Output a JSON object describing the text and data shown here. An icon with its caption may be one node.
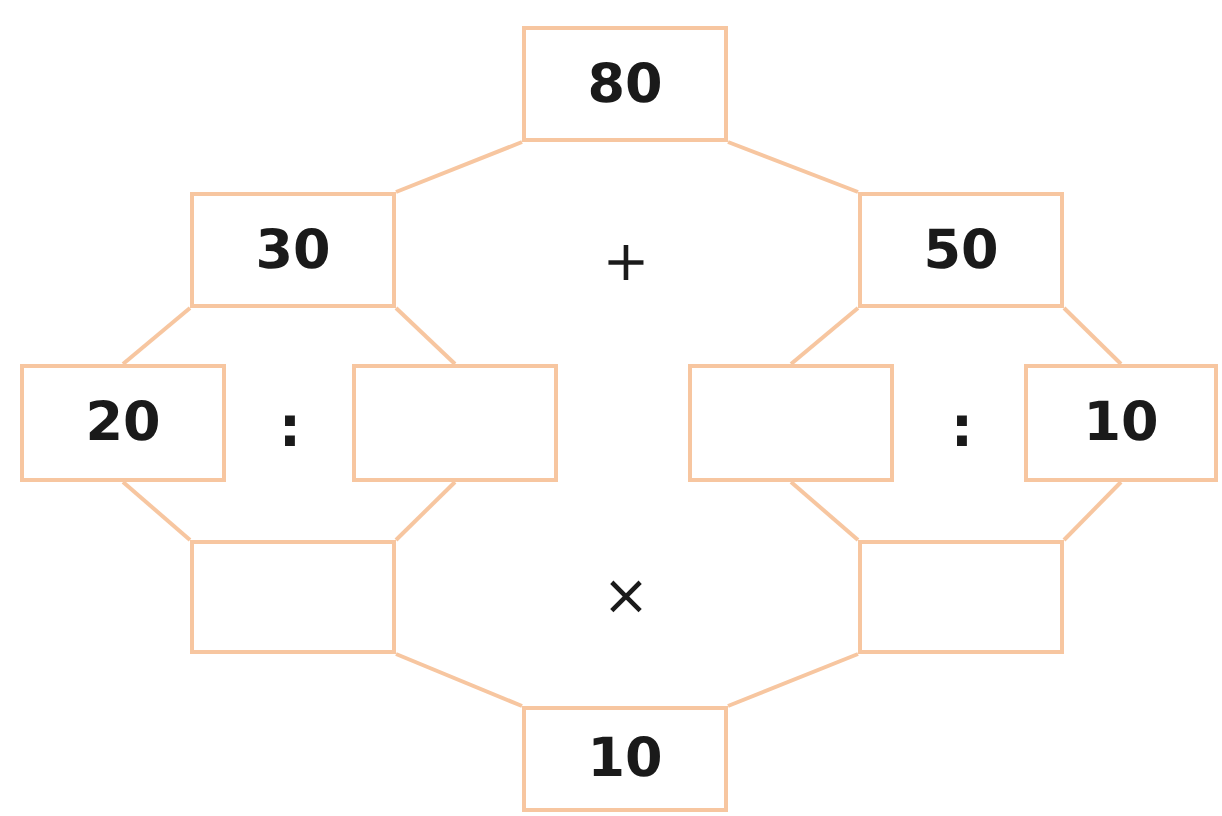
{
  "diagram": {
    "nodes": [
      {
        "text": [
          "80"
        ]
      },
      {
        "text": [
          "30"
        ]
      },
      {
        "text": [
          "50"
        ]
      },
      {
        "text": [
          "20"
        ]
      },
      {
        "text": [],
        "shape": "box"
      },
      {
        "text": [],
        "shape": "box"
      },
      {
        "text": [
          "10"
        ]
      },
      {
        "text": [],
        "shape": "box"
      },
      {
        "text": [],
        "shape": "box"
      },
      {
        "text": [
          "10"
        ]
      }
    ],
    "edges": [
      {
        "from": 0,
        "to": 1,
        "arrow": "none"
      },
      {
        "from": 0,
        "to": 2,
        "arrow": "none"
      },
      {
        "from": 1,
        "to": 3,
        "arrow": "none"
      },
      {
        "from": 1,
        "to": 4,
        "arrow": "none"
      },
      {
        "from": 2,
        "to": 5,
        "arrow": "none"
      },
      {
        "from": 2,
        "to": 6,
        "arrow": "none"
      },
      {
        "from": 3,
        "to": 7,
        "arrow": "none"
      },
      {
        "from": 4,
        "to": 7,
        "arrow": "none"
      },
      {
        "from": 5,
        "to": 8,
        "arrow": "none"
      },
      {
        "from": 6,
        "to": 8,
        "arrow": "none"
      },
      {
        "from": 7,
        "to": 9,
        "arrow": "none"
      },
      {
        "from": 8,
        "to": 9,
        "arrow": "none"
      }
    ],
    "labels": [
      "+",
      ":",
      ":",
      "×"
    ]
  }
}
